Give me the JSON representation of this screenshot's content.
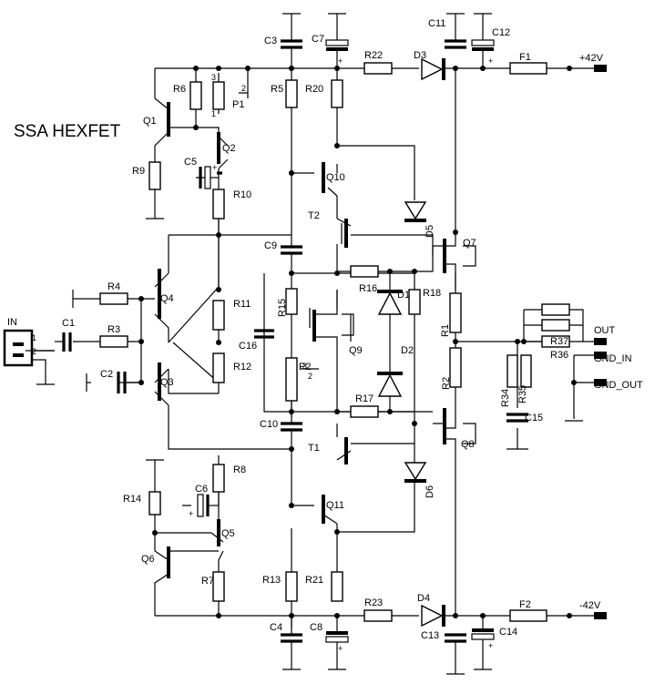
{
  "title": "SSA HEXFET",
  "supply": {
    "pos": "+42V",
    "neg": "-42V"
  },
  "ports": {
    "in": "IN",
    "out": "OUT",
    "gnd_in": "GND_IN",
    "gnd_out": "GND_OUT",
    "pin1": "1",
    "pin2": "2"
  },
  "transistors": {
    "q1": "Q1",
    "q2": "Q2",
    "q3": "Q3",
    "q4": "Q4",
    "q5": "Q5",
    "q6": "Q6",
    "q7": "Q7",
    "q8": "Q8",
    "q9": "Q9",
    "q10": "Q10",
    "q11": "Q11",
    "t1": "T1",
    "t2": "T2"
  },
  "resistors": {
    "r1": "R1",
    "r2": "R2",
    "r3": "R3",
    "r4": "R4",
    "r5": "R5",
    "r6": "R6",
    "r7": "R7",
    "r8": "R8",
    "r9": "R9",
    "r10": "R10",
    "r11": "R11",
    "r12": "R12",
    "r13": "R13",
    "r14": "R14",
    "r15": "R15",
    "r16": "R16",
    "r17": "R17",
    "r18": "R18",
    "r20": "R20",
    "r21": "R21",
    "r22": "R22",
    "r23": "R23",
    "r34": "R34",
    "r35": "R35",
    "r36": "R36",
    "r37": "R37"
  },
  "capacitors": {
    "c1": "C1",
    "c2": "C2",
    "c3": "C3",
    "c4": "C4",
    "c5": "C5",
    "c6": "C6",
    "c7": "C7",
    "c8": "C8",
    "c9": "C9",
    "c10": "C10",
    "c11": "C11",
    "c12": "C12",
    "c13": "C13",
    "c14": "C14",
    "c15": "C15",
    "c16": "C16"
  },
  "diodes": {
    "d1": "D1",
    "d2": "D2",
    "d3": "D3",
    "d4": "D4",
    "d5": "D5",
    "d6": "D6"
  },
  "fuses": {
    "f1": "F1",
    "f2": "F2"
  },
  "pots": {
    "p1": "P1",
    "p2": "P2",
    "pin1": "1",
    "pin2": "2",
    "pin3": "3"
  },
  "polarity": {
    "plus": "+"
  }
}
